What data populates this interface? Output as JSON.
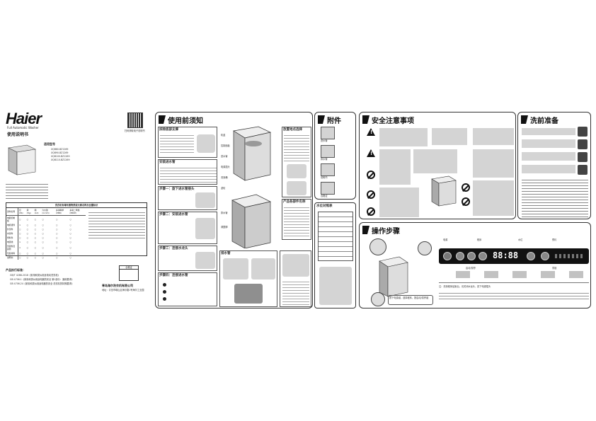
{
  "cover": {
    "brand": "Haier",
    "product_en": "Full Automatic Washer",
    "product_cn": "使用说明书",
    "models_label": "适用型号",
    "models": [
      "XQB80-BZ1269",
      "XQB90-BZ1269",
      "XQB100-BZ1269",
      "XQB110-BZ1269"
    ],
    "qr_label": "扫码获取电子说明书",
    "table_title": "洗衣机有毒有害物质或元素名称及含量标识",
    "table_headers": [
      "部件名称",
      "铅 (Pb)",
      "汞 (Hg)",
      "镉 (Cd)",
      "六价铬 (Cr(VI))",
      "多溴联苯 (PBB)",
      "多溴二苯醚 (PBDE)"
    ],
    "table_rows": [
      "电器控制板",
      "电机组件",
      "外部件",
      "内部件",
      "塑料件",
      "电源线",
      "紧固件及其他",
      "包装材料",
      "说明书"
    ],
    "standards_title": "产品执行标准：",
    "standards": [
      "GB/T 4288-2018《家用和类似用途电动洗衣机》",
      "GB 4706.1《家用和类似用途电器的安全 第1部分：通用要求》",
      "GB 4706.24《家用和类似用途电器的安全 洗衣机的特殊要求》"
    ],
    "cert_label": "合格证",
    "company": "青岛海尔洗衣机有限公司",
    "address": "地址：青岛市崂山区海尔路1号海尔工业园"
  },
  "sections": {
    "before_use": "使用前须知",
    "accessories": "附件",
    "safety": "安全注意事项",
    "pre_wash": "洗前准备",
    "operation": "操作步骤"
  },
  "before_use": {
    "blocks": [
      "拆除底部支撑",
      "安装进水管",
      "步骤一：旋下进水管接头",
      "步骤二：安装进水管",
      "步骤三：连接水龙头",
      "步骤四：连接进水管",
      "排水管",
      "放置地点选择",
      "产品各部件名称",
      "水位对照表"
    ],
    "parts": [
      "机盖",
      "控制面板",
      "进水管",
      "电源插头",
      "洗涤桶",
      "波轮",
      "排水管",
      "调整脚"
    ]
  },
  "accessories": {
    "items": [
      "进水管",
      "排水管",
      "说明书",
      "合格证"
    ]
  },
  "operation": {
    "hint": "按下电源键，选择程序，按启动/暂停键",
    "display": "88:88",
    "callouts": [
      "电源",
      "程序",
      "水位",
      "预约",
      "启动/暂停",
      "童锁"
    ],
    "note": "注：洗涤程序结束后，请关闭水龙头，拔下电源插头"
  }
}
